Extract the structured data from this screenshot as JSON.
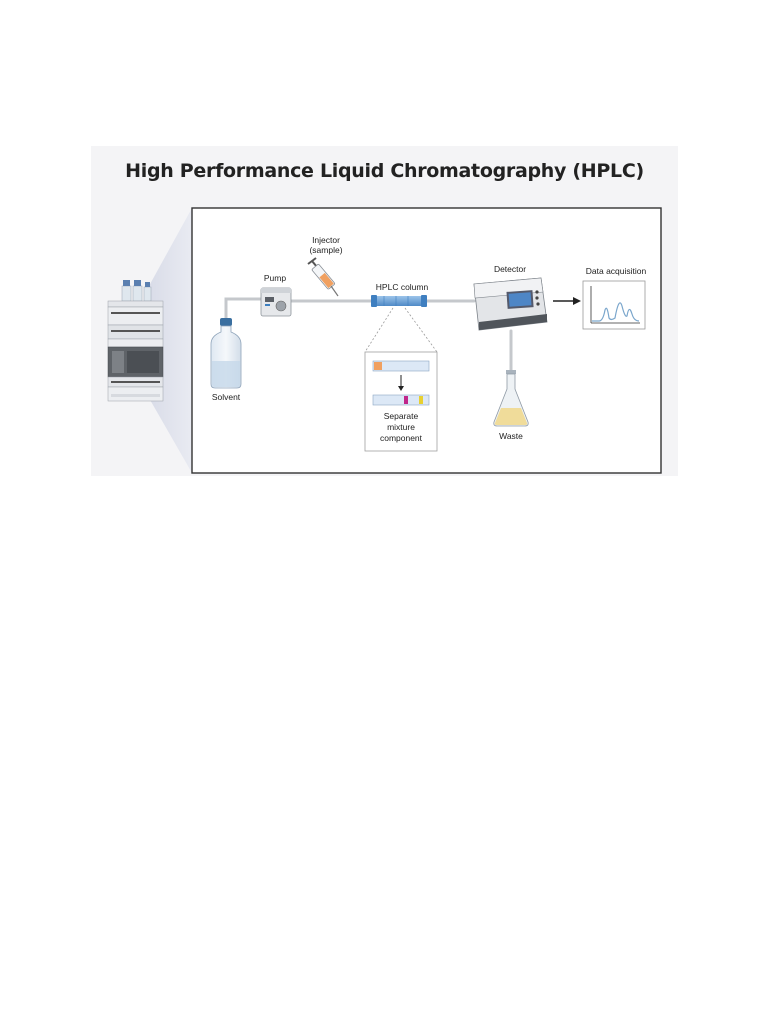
{
  "title": "High Performance Liquid Chromatography (HPLC)",
  "labels": {
    "injector": [
      "Injector",
      "(sample)"
    ],
    "pump": "Pump",
    "column": "HPLC column",
    "detector": "Detector",
    "data": "Data acquisition",
    "solvent": "Solvent",
    "separate": [
      "Separate",
      "mixture",
      "component"
    ],
    "waste": "Waste"
  },
  "colors": {
    "frame": "#333333",
    "tube": "#c5c8cc",
    "column": "#6fa3d8",
    "column_cap": "#3f7fc0",
    "sample": "#f0a060",
    "band_magenta": "#c0268a",
    "band_yellow": "#e8d030",
    "waste_liquid": "#f0dc9a",
    "chromatogram": "#7aa6cc",
    "solvent_cap": "#3a6fa0"
  },
  "icons": [
    "hplc-instrument-icon",
    "solvent-bottle-icon",
    "pump-icon",
    "syringe-icon",
    "column-icon",
    "detector-icon",
    "flask-icon",
    "chromatogram-icon",
    "arrow-icon"
  ]
}
